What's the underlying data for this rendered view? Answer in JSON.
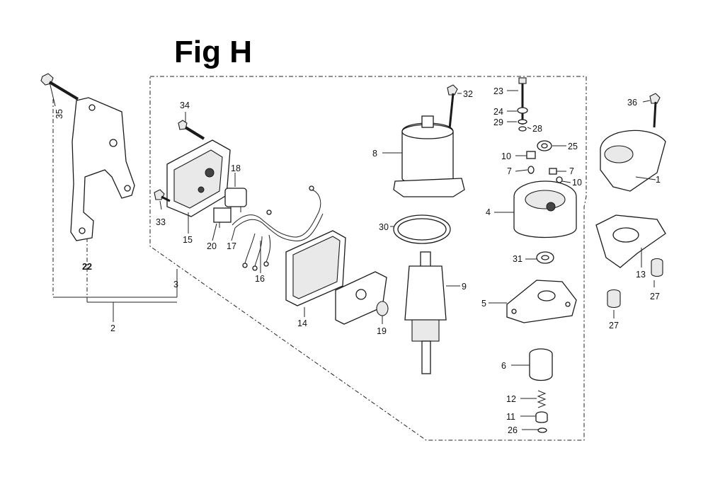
{
  "figure": {
    "title": "Fig H"
  },
  "labels": {
    "p1": "1",
    "p2": "2",
    "p3": "3",
    "p4": "4",
    "p5": "5",
    "p6": "6",
    "p7a": "7",
    "p7b": "7",
    "p8": "8",
    "p9": "9",
    "p10a": "10",
    "p10b": "10",
    "p11": "11",
    "p12": "12",
    "p13": "13",
    "p14": "14",
    "p15": "15",
    "p16": "16",
    "p17": "17",
    "p18": "18",
    "p19": "19",
    "p20": "20",
    "p22": "22",
    "p23": "23",
    "p24": "24",
    "p25": "25",
    "p26": "26",
    "p27a": "27",
    "p27b": "27",
    "p28": "28",
    "p29": "29",
    "p30": "30",
    "p31": "31",
    "p32": "32",
    "p33": "33",
    "p34": "34",
    "p35": "35",
    "p36": "36"
  }
}
